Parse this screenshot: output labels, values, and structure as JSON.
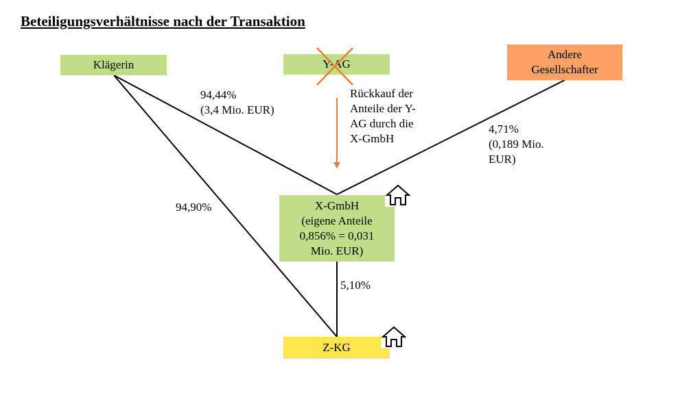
{
  "title": "Beteiligungsverhältnisse nach der Transaktion",
  "nodes": {
    "klaegerin": "Klägerin",
    "yag": "Y-AG",
    "andere": [
      "Andere",
      "Gesellschafter"
    ],
    "xgmbh": [
      "X-GmbH",
      "(eigene Anteile",
      "0,856% = 0,031",
      "Mio. EUR)"
    ],
    "zkg": "Z-KG"
  },
  "labels": {
    "klaeg_xgmbh": [
      "94,44%",
      "(3,4 Mio. EUR)"
    ],
    "rueckkauf": [
      "Rückkauf der",
      "Anteile der Y-",
      "AG durch die",
      "X-GmbH"
    ],
    "andere_xgmbh": [
      "4,71%",
      "(0,189 Mio.",
      "EUR)"
    ],
    "klaeg_zkg": "94,90%",
    "xgmbh_zkg": "5,10%"
  },
  "colors": {
    "green": "#C0DD8A",
    "orange": "#FFA066",
    "yellow": "#FFE64C",
    "arrow": "#ED7D31"
  }
}
